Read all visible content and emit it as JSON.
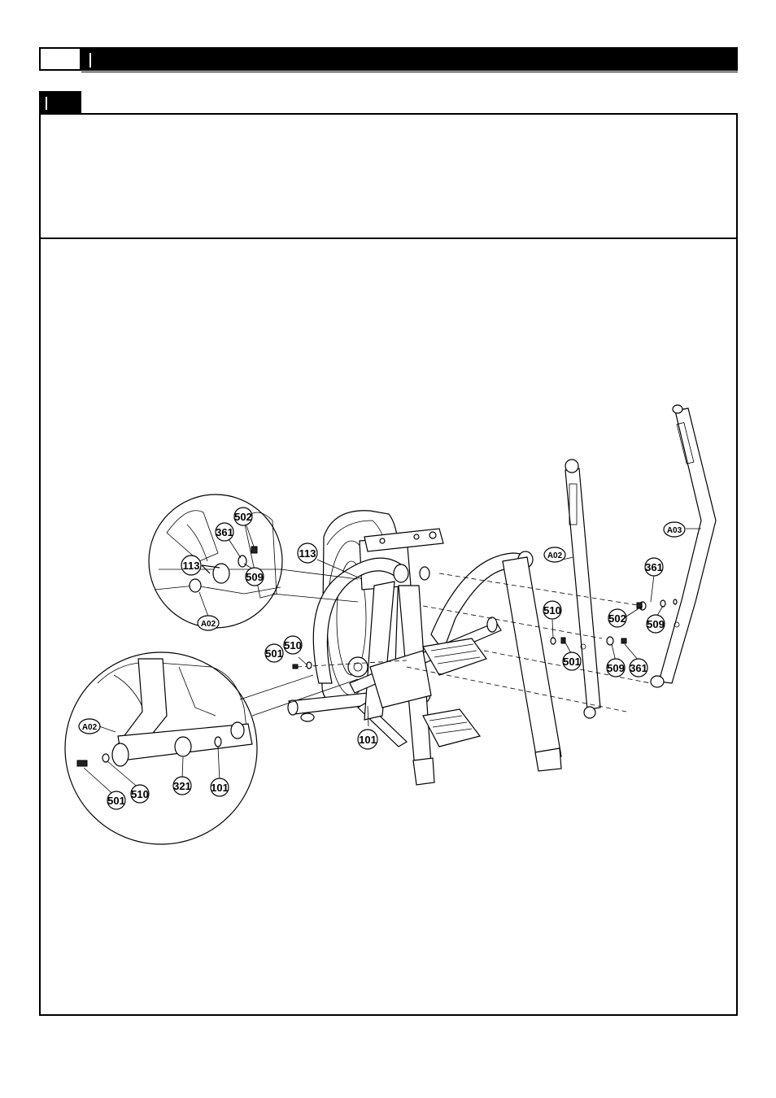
{
  "header": {
    "page_number": "",
    "title": ""
  },
  "step": {
    "number": "",
    "instructions": ""
  },
  "diagram": {
    "callouts_main": {
      "p113": "113",
      "p501": "501",
      "p510a": "510",
      "p101": "101",
      "pA02": "A02",
      "pA03": "A03",
      "p361a": "361",
      "p502": "502",
      "p509a": "509",
      "p510b": "510",
      "p501b": "501",
      "p509b": "509",
      "p361b": "361"
    },
    "callouts_detail_top": {
      "p502": "502",
      "p361": "361",
      "p113": "113",
      "p509": "509",
      "pA02": "A02"
    },
    "callouts_detail_bottom": {
      "pA02": "A02",
      "p501": "501",
      "p510": "510",
      "p321": "321",
      "p101": "101"
    }
  }
}
